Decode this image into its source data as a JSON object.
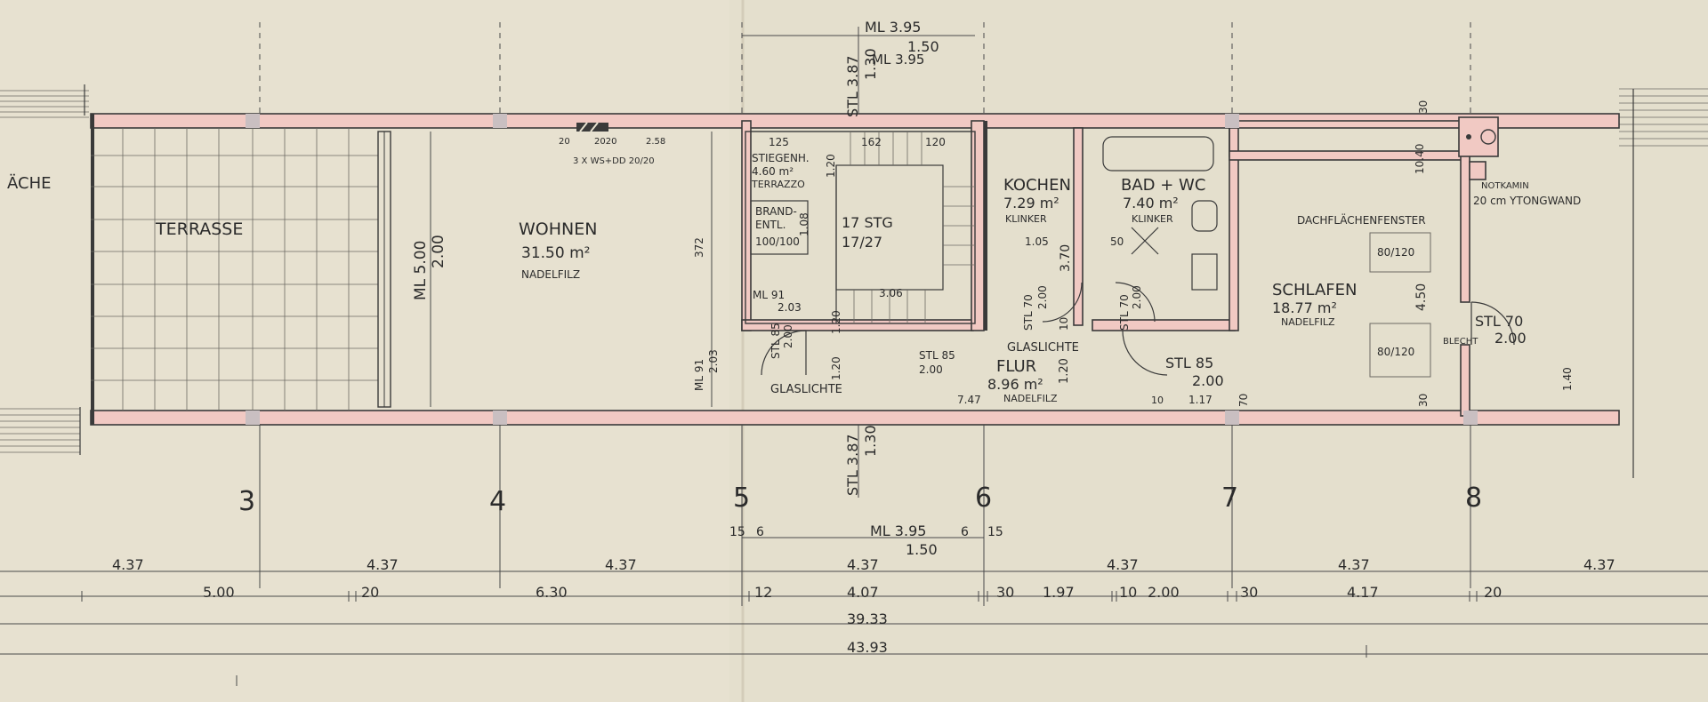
{
  "rooms": {
    "terrasse": {
      "name": "TERRASSE"
    },
    "wohnen": {
      "name": "WOHNEN",
      "area": "31.50 m²",
      "floor": "NADELFILZ"
    },
    "stiegenhaus": {
      "name": "STIEGENH.",
      "area": "4.60 m²",
      "floor": "TERRAZZO"
    },
    "brandentl": {
      "line1": "BRAND-",
      "line2": "ENTL.",
      "size": "100/100"
    },
    "stiege": {
      "steps": "17 STG",
      "ratio": "17/27"
    },
    "kochen": {
      "name": "KOCHEN",
      "area": "7.29 m²",
      "floor": "KLINKER"
    },
    "bad": {
      "name": "BAD + WC",
      "area": "7.40 m²",
      "floor": "KLINKER"
    },
    "flur": {
      "name": "FLUR",
      "area": "8.96 m²",
      "floor": "NADELFILZ"
    },
    "schlafen": {
      "name": "SCHLAFEN",
      "area": "18.77 m²",
      "floor": "NADELFILZ"
    },
    "fragment_left": {
      "text": "ÄCHE"
    }
  },
  "annotations": {
    "dachfenster": "DACHFLÄCHENFENSTER",
    "win1": "80/120",
    "win2": "80/120",
    "notkamin1": "NOTKAMIN",
    "notkamin2": "20 cm YTONGWAND",
    "blecht": "BLECHT",
    "glaslichte1": "GLASLICHTE",
    "glaslichte2": "GLASLICHTE",
    "vents": "3 X WS+DD 20/20",
    "stl387_top": "STL 3.87",
    "stl387_top_b": "1.30",
    "stl387_bot": "STL 3.87",
    "stl387_bot_b": "1.30",
    "ml395_top": "ML 3.95",
    "ml395_top_b": "1.50",
    "ml500": "ML 5.00",
    "ml500_b": "2.00",
    "stl85_a": "STL 85",
    "stl85_a_b": "2.00",
    "stl85_b": "STL 85",
    "stl85_b_b": "2.00",
    "stl85_c": "STL 85",
    "stl85_c_b": "2.00",
    "stl70_a": "STL 70",
    "stl70_a_b": "2.00",
    "stl70_b": "STL 70",
    "stl70_b_b": "2.00",
    "stl70_c": "STL 70",
    "stl70_c_b": "2.00",
    "ml91_a": "ML 91",
    "ml91_a_b": "2.03",
    "ml91_b": "ML 91",
    "ml91_b_b": "2.03",
    "d125": "125",
    "d162": "162",
    "d120a": "120",
    "d120b": "1.20",
    "d108": "1.08",
    "d372": "372",
    "d306": "3.06",
    "d105": "1.05",
    "d370": "3.70",
    "d450": "4.50",
    "d140": "1.40",
    "d50": "50",
    "d747": "7.47",
    "d117": "1.17",
    "d70": "70",
    "d30a": "30",
    "d30b": "30",
    "d1040": "10.40",
    "d10a": "10",
    "d10b": "10",
    "d258": "2.58",
    "d20a": "20",
    "d2020": "2020",
    "d120c": "1.20",
    "d120d": "1.20",
    "d120e": "1.20"
  },
  "axes": [
    "3",
    "4",
    "5",
    "6",
    "7",
    "8"
  ],
  "dimensions": {
    "ml_bottom": "ML 3.95",
    "ml_bottom_b": "1.50",
    "ml_bottom_15a": "15",
    "ml_bottom_6a": "6",
    "ml_bottom_6b": "6",
    "ml_bottom_15b": "15",
    "row1": [
      "4.37",
      "4.37",
      "4.37",
      "4.37",
      "4.37",
      "4.37",
      "4.37"
    ],
    "row2": [
      "5.00",
      "20",
      "6.30",
      "12",
      "4.07",
      "30",
      "1.97",
      "10",
      "2.00",
      "30",
      "4.17",
      "20"
    ],
    "total1": "39.33",
    "total2": "43.93"
  }
}
